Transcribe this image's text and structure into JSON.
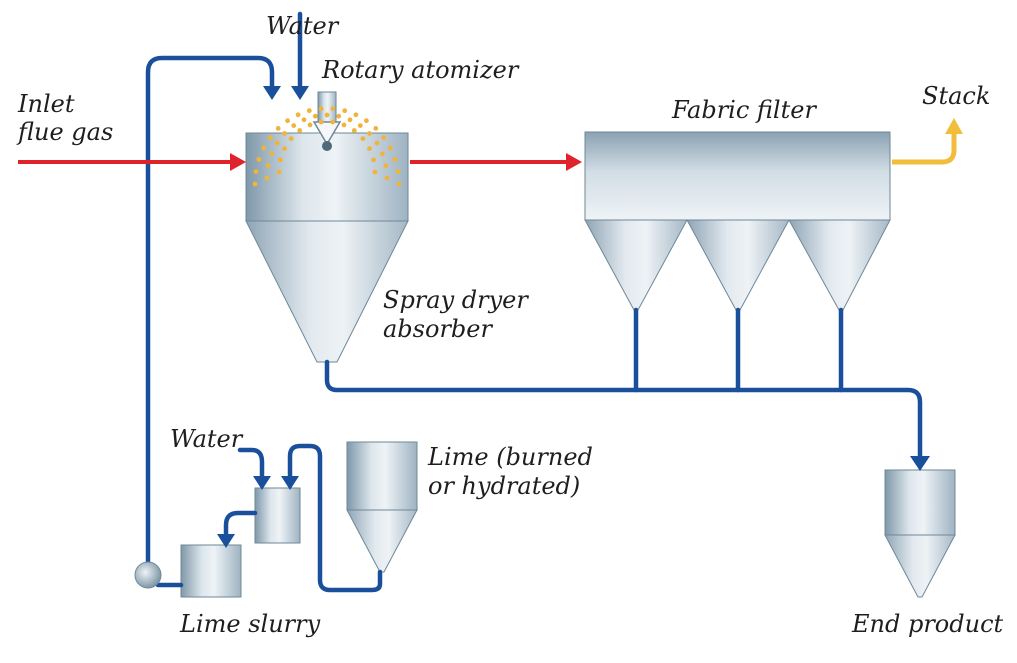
{
  "labels": {
    "inlet_line1": "Inlet",
    "inlet_line2": "flue gas",
    "water_top": "Water",
    "rotary_atomizer": "Rotary atomizer",
    "fabric_filter": "Fabric filter",
    "stack": "Stack",
    "spray_dryer_line1": "Spray dryer",
    "spray_dryer_line2": "absorber",
    "water_bottom": "Water",
    "lime_line1": "Lime (burned",
    "lime_line2": "or hydrated)",
    "lime_slurry": "Lime slurry",
    "end_product": "End product"
  },
  "colors": {
    "pipe_blue": "#1a4f9c",
    "gas_red": "#e0232b",
    "stack_yellow": "#f2bd3a",
    "spray_dots": "#f0b43c",
    "vessel_light": "#e6edf2",
    "vessel_dark": "#8fa6b6"
  }
}
